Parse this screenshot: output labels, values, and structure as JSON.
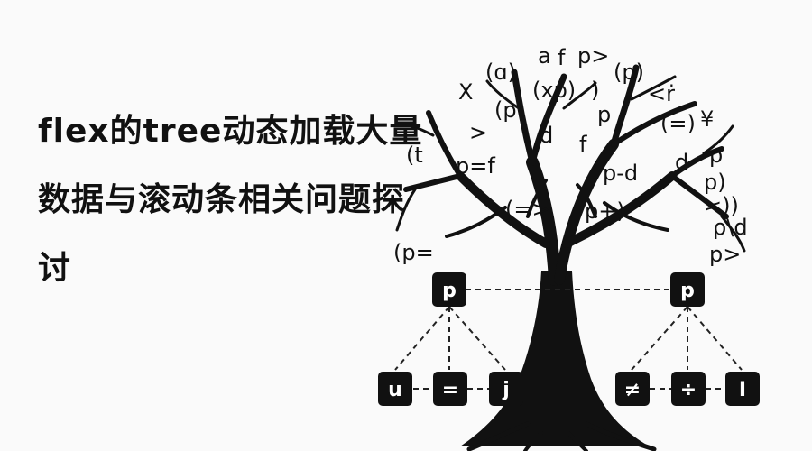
{
  "title": {
    "line1": "flex的tree动态加载大量",
    "line2": "数据与滚动条相关问题探",
    "line3": "讨"
  },
  "illustration": {
    "leaf_symbols": [
      "(ɑ)",
      "a",
      "f",
      "p>",
      "(p)",
      "(xp)",
      ")",
      "X",
      "(p",
      "<ṙ",
      "p",
      "(=)",
      "¥",
      ">",
      "d",
      "f",
      "(t",
      "p=f",
      "p",
      "p-d",
      "d",
      "p)",
      "(=>",
      "p+)",
      "≍))",
      "(p=",
      "ρ\\d",
      "p>"
    ],
    "left_root": "p",
    "right_root": "p",
    "left_children": [
      "u",
      "=",
      "j"
    ],
    "right_children": [
      "≠",
      "÷",
      "I"
    ]
  },
  "colors": {
    "ink": "#111111",
    "background": "#fafafa",
    "box_text": "#ffffff"
  }
}
